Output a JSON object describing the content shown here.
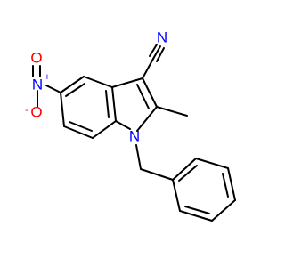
{
  "molecule": {
    "atoms": {
      "nitrile_n": {
        "label": "N",
        "color": "#0000ff"
      },
      "ring_n": {
        "label": "N",
        "color": "#0000ff"
      },
      "nitro_n": {
        "label": "N",
        "charge": "+",
        "color": "#0000ff"
      },
      "nitro_o_single": {
        "label": "O",
        "charge": "-",
        "color": "#ff0000"
      },
      "nitro_o_double": {
        "label": "O",
        "color": "#ff0000"
      }
    },
    "bond_color": "#000000"
  }
}
